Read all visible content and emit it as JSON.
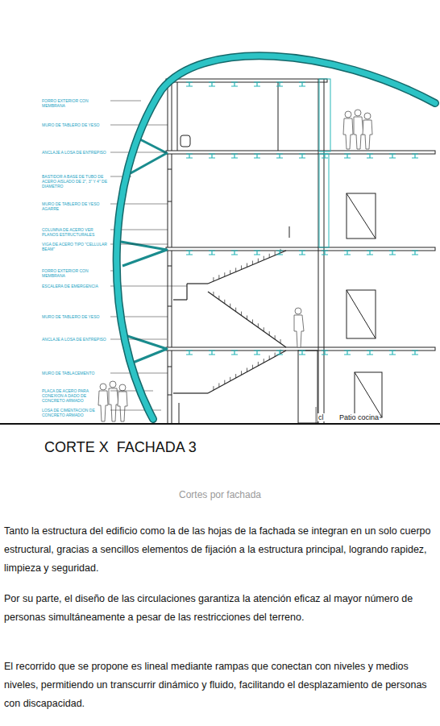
{
  "diagram": {
    "title": "CORTE X  FACHADA 3",
    "caption": "Cortes por fachada",
    "labels": [
      "FORRO EXTERIOR CON MEMBRANA",
      "MURO DE TABLERO DE YESO",
      "ANCLAJE A LOSA DE ENTREPISO",
      "BASTIDOR A BASE DE TUBO DE ACERO AISLADO DE 2\", 3\" Y 4\" DE DIAMETRO",
      "MURO DE TABLERO DE YESO AGARRE",
      "COLUMNA DE ACERO VER PLANOS ESTRUCTURALES",
      "VIGA DE ACERO TIPO \"CELLULAR BEAM\"",
      "FORRO EXTERIOR CON MEMBRANA",
      "ESCALERA DE EMERGENCIA",
      "MURO DE TABLERO DE YESO",
      "ANCLAJE A LOSA DE ENTREPISO",
      "MURO DE TABLACEMENTO",
      "PLACA DE ACERO PARA CONEXION A DADO DE CONCRETO ARMADO",
      "LOSA DE CIMENTACION DE CONCRETO ARMADO",
      "cl",
      "Patio cocina",
      "Tanto la estructura del edificio como la de las hojas de la fachada se integran en un solo cuerpo estructural, gracias a sencillos elementos de fijación a la estructura principal, logrando rapidez, limpieza y seguridad.",
      "Por su parte, el diseño de las circulaciones garantiza la atención eficaz al mayor número de personas simultáneamente a pesar de las restricciones del terreno.",
      "El recorrido que se propone es lineal mediante rampas que conectan con niveles y medios niveles, permitiendo un transcurrir dinámico y fluido, facilitando el desplazamiento de personas con discapacidad."
    ]
  }
}
